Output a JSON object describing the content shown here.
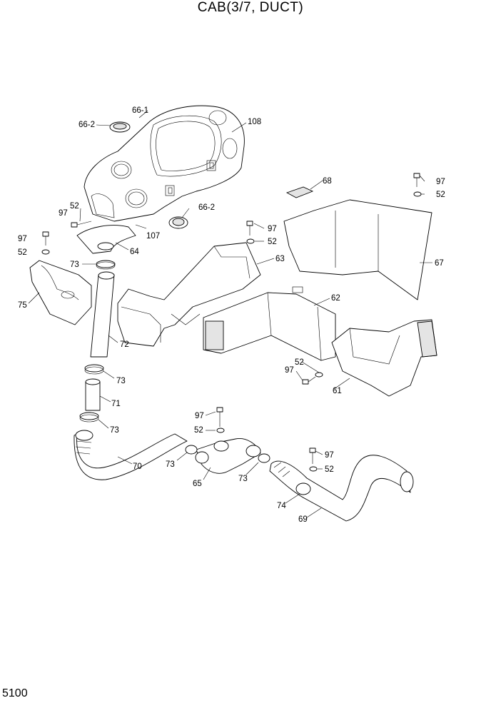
{
  "title": "CAB(3/7, DUCT)",
  "page_number": "5100",
  "callouts": {
    "c66_1": "66-1",
    "c66_2a": "66-2",
    "c66_2b": "66-2",
    "c108": "108",
    "c52a": "52",
    "c97a": "97",
    "c107": "107",
    "c64": "64",
    "c97b": "97",
    "c52b": "52",
    "c73a": "73",
    "c75": "75",
    "c72": "72",
    "c73b": "73",
    "c71": "71",
    "c73c": "73",
    "c70": "70",
    "c73d": "73",
    "c65": "65",
    "c73e": "73",
    "c97c": "97",
    "c52c": "52",
    "c63": "63",
    "c68": "68",
    "c97d": "97",
    "c52d": "52",
    "c67": "67",
    "c62": "62",
    "c52e": "52",
    "c97e": "97",
    "c61": "61",
    "c97f": "97",
    "c52f": "52",
    "c97g": "97",
    "c52g": "52",
    "c74": "74",
    "c69": "69"
  }
}
